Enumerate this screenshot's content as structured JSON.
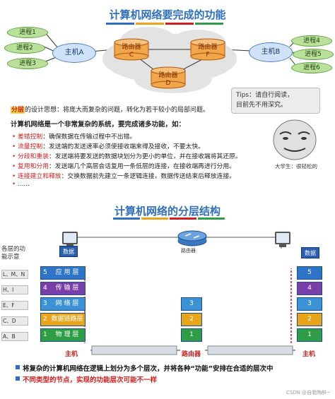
{
  "section1": {
    "title": "计算机网络要完成的功能",
    "processes_left": [
      "进程1",
      "进程2",
      "进程3"
    ],
    "host_a": "主机A",
    "processes_right": [
      "进程4",
      "进程5",
      "进程6"
    ],
    "host_b": "主机B",
    "routers": [
      {
        "line1": "路由器",
        "line2": "C"
      },
      {
        "line1": "路由器",
        "line2": "F"
      },
      {
        "line1": "路由器",
        "line2": "D"
      }
    ],
    "layering_keyword": "分层",
    "layering_text": "的设计思想：将庞大而复杂的问题，转化为若干较小的局部问题。",
    "tips": {
      "line1": "Tips：请自行阅读，",
      "line2": "目前先不用深究。"
    },
    "system_sentence": "计算机网络是一个非常复杂的系统，要完成诸多功能，如：",
    "functions": [
      {
        "keyword": "差错控制",
        "text": "：确保数据在传输过程中不出错。"
      },
      {
        "keyword": "流量控制",
        "text": "：发送端的发送速率必须使接收端来得及接收，不要太快。"
      },
      {
        "keyword": "分段和重装",
        "text": "：发送端将要发送的数据块划分为更小的单位，并在接收端将其还原。"
      },
      {
        "keyword": "复用和分用",
        "text": "：发送端几个高层会话复用一条低层的连接，在接收端再进行分用。"
      },
      {
        "keyword": "连接建立和释放",
        "text": "：交换数据前先建立一条逻辑连接，数据传送结束后释放连接。"
      }
    ],
    "ellipsis": "......",
    "meme_caption": "大学生：很轻松的"
  },
  "section2": {
    "title": "计算机网络的分层结构",
    "router_label": "路由器",
    "left_side_title_line1": "各层的功",
    "left_side_title_line2": "能示意",
    "left_tags": [
      "L、M、N",
      "H、I",
      "E、F",
      "C、D",
      "A、B"
    ],
    "left_layers": [
      {
        "num": "5",
        "name": "应 用 层",
        "color": "#2e75c7"
      },
      {
        "num": "4",
        "name": "传 输 层",
        "color": "#7a3ea8"
      },
      {
        "num": "3",
        "name": "网 络 层",
        "color": "#3b93d6"
      },
      {
        "num": "2",
        "name": "数据链路层",
        "color": "#e9a51a"
      },
      {
        "num": "1",
        "name": "物 理 层",
        "color": "#2e9d46"
      }
    ],
    "mid_layers": [
      {
        "num": "3",
        "color": "#3b93d6"
      },
      {
        "num": "2",
        "color": "#e9a51a"
      },
      {
        "num": "1",
        "color": "#2e9d46"
      }
    ],
    "right_layers": [
      {
        "num": "5",
        "color": "#2e75c7"
      },
      {
        "num": "4",
        "color": "#7a3ea8"
      },
      {
        "num": "3",
        "color": "#3b93d6"
      },
      {
        "num": "2",
        "color": "#e9a51a"
      },
      {
        "num": "1",
        "color": "#2e9d46"
      }
    ],
    "data_label": "数据",
    "host_label": "主机",
    "router_bottom_label": "路由器",
    "footnote1": "将复杂的计算机网络在逻辑上划分为多个层次，并将各种“功能”安排在合适的层次中",
    "footnote2": "不同类型的节点，实现的功能层次可能不一样",
    "watermark": "CSDN @自我陶醉~"
  },
  "colors": {
    "title": "#2f6fbf",
    "accent_red": "#d11e1e",
    "process_green": "#b9e19a",
    "router_orange": "#f3a54a"
  }
}
